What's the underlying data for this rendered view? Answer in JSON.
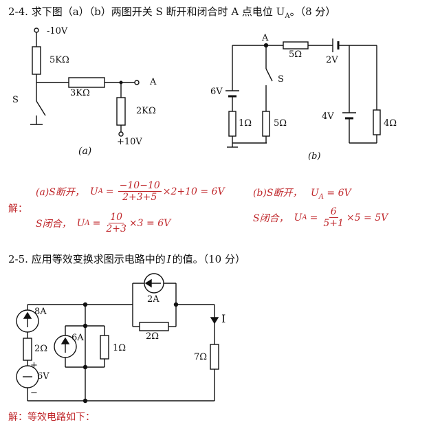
{
  "q24": {
    "title": "2-4. 求下图（a）（b）两图开关 S 断开和闭合时 A 点电位 U",
    "title_sub": "A",
    "title_end": "。（8 分）",
    "fig_a": {
      "v_top": "-10V",
      "r_top": "5KΩ",
      "switch": "S",
      "r_mid": "3KΩ",
      "node": "A",
      "r_right": "2KΩ",
      "v_bottom": "+10V",
      "caption": "(a)"
    },
    "fig_b": {
      "node": "A",
      "r1": "5Ω",
      "source2": "2V",
      "switch": "S",
      "source6": "6V",
      "r_1ohm": "1Ω",
      "r_5ohm": "5Ω",
      "source4": "4V",
      "r_4ohm": "4Ω",
      "caption": "(b)"
    }
  },
  "solution24": {
    "label": "解：",
    "a_open_prefix": "(a)S断开，",
    "a_open_lhs": "U",
    "a_open_sub": "A",
    "a_open_eq": "=",
    "a_open_num": "−10−10",
    "a_open_den": "2+3+5",
    "a_open_tail": "×2+10 = 6V",
    "a_closed_prefix": "S闭合，",
    "a_closed_lhs": "U",
    "a_closed_sub": "A",
    "a_closed_eq": "=",
    "a_closed_num": "10",
    "a_closed_den": "2+3",
    "a_closed_tail": "×3 = 6V",
    "b_open_prefix": "(b)S断开，",
    "b_open_rest": "U",
    "b_open_sub": "A",
    "b_open_tail": " = 6V",
    "b_closed_prefix": "S闭合，",
    "b_closed_lhs": "U",
    "b_closed_sub": "A",
    "b_closed_eq": "=",
    "b_closed_num": "6",
    "b_closed_den": "5+1",
    "b_closed_tail": "×5 = 5V"
  },
  "q25": {
    "title": "2-5. 应用等效变换求图示电路中的",
    "title_var": "I",
    "title_end": "的值。（10 分）",
    "fig": {
      "cs8": "8A",
      "r2": "2Ω",
      "vs6": "6V",
      "plus": "+",
      "minus": "−",
      "cs6": "6A",
      "r1": "1Ω",
      "cs2": "2A",
      "r2b": "2Ω",
      "current": "I",
      "r7": "7Ω"
    }
  },
  "solution25": {
    "label": "解：等效电路如下："
  },
  "colors": {
    "accent": "#c0282c",
    "ink": "#111111"
  }
}
